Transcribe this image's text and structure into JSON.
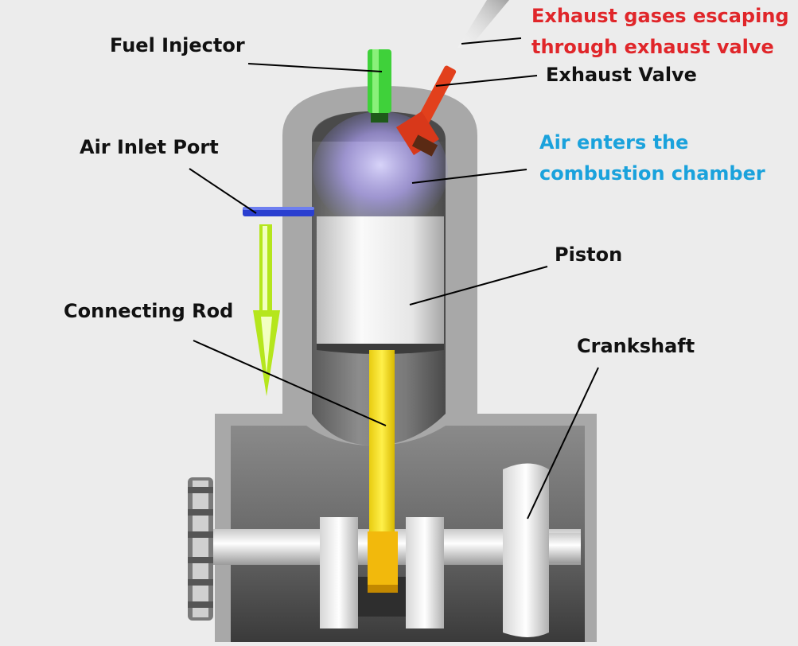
{
  "labels": {
    "fuel_injector": "Fuel Injector",
    "exhaust_gases_line1": "Exhaust gases escaping",
    "exhaust_gases_line2": "through exhaust valve",
    "exhaust_valve": "Exhaust Valve",
    "air_inlet_port": "Air Inlet Port",
    "air_enters_line1": "Air enters the",
    "air_enters_line2": "combustion chamber",
    "piston": "Piston",
    "connecting_rod": "Connecting Rod",
    "crankshaft": "Crankshaft"
  },
  "colors": {
    "exhaust_text": "#e0262a",
    "air_text": "#1aa2dc",
    "fuel_injector": "#3fd13a",
    "exhaust_valve": "#e2401c",
    "air_inlet": "#2a3fd0",
    "connecting_rod": "#f0dc1a",
    "flow_arrow": "#b5e61d",
    "engine_body": "#a9a9a9"
  }
}
